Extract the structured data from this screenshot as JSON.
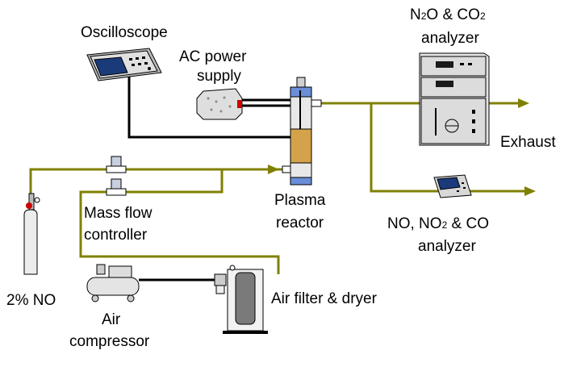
{
  "labels": {
    "oscilloscope": "Oscilloscope",
    "ac_power_line1": "AC power",
    "ac_power_line2": "supply",
    "analyzer1_gas_n": "N",
    "analyzer1_gas_sub1": "2",
    "analyzer1_gas_mid": "O & CO",
    "analyzer1_gas_sub2": "2",
    "analyzer1_line2": "analyzer",
    "exhaust": "Exhaust",
    "plasma_line1": "Plasma",
    "plasma_line2": "reactor",
    "mfc_line1": "Mass flow",
    "mfc_line2": "controller",
    "analyzer2_a": "NO, NO",
    "analyzer2_sub": "2",
    "analyzer2_b": " & CO",
    "analyzer2_line2": "analyzer",
    "no_cylinder": "2% NO",
    "air_filter": "Air filter & dryer",
    "compressor_line1": "Air",
    "compressor_line2": "compressor"
  },
  "colors": {
    "pipe": "#808000",
    "wire": "#000000",
    "reactor_packing": "#d4a24a",
    "reactor_cap": "#6a8fd8",
    "cylinder_valve": "#cc0000",
    "equipment_body": "#d8d8d8",
    "screen": "#1a3a7a"
  },
  "icons": [
    "oscilloscope-icon",
    "ac-power-supply-icon",
    "plasma-reactor-icon",
    "gas-analyzer-rack-icon",
    "portable-analyzer-icon",
    "gas-cylinder-icon",
    "mass-flow-controller-icon",
    "air-compressor-icon",
    "air-filter-dryer-icon",
    "exhaust-arrow-icon"
  ]
}
